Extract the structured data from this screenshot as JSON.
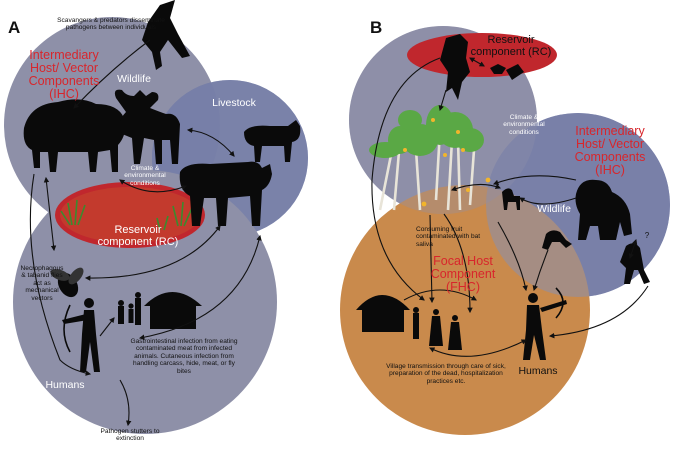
{
  "panels": [
    "A",
    "B"
  ],
  "panel_a": {
    "scavengers_note": "Scavangers & predators disseminate pathogens between individuals",
    "ihc_label": "Intermediary Host/ Vector Components (IHC)",
    "wildlife_label": "Wildlife",
    "livestock_label": "Livestock",
    "climate_label": "Climate & environmental conditions",
    "reservoir_label": "Reservoir component (RC)",
    "flies_note": "Necrophagous & tabanid flies act as mechanical vectors",
    "humans_label": "Humans",
    "transmission_note": "Gastrointestinal infection from eating contaminated meat from infected animals. Cutaneous infection from handling carcass, hide, meat, or fly bites",
    "stutters_note": "Pathogen stutters to extinction"
  },
  "panel_b": {
    "reservoir_label": "Reservoir component (RC)",
    "climate_label": "Climate & environmental conditions",
    "ihc_label": "Intermediary Host/ Vector Components (IHC)",
    "wildlife_label": "Wildlife",
    "fruit_note": "Consuming fruit contaminated with bat saliva",
    "fhc_label": "Focal Host Component (FHC)",
    "question_mark": "?",
    "village_note": "Village transmission through care of sick, preparation of the dead, hospitalization practices etc.",
    "humans_label": "Humans"
  },
  "colors": {
    "circle_gray": "#8e90a8",
    "circle_blue": "#5a6aa8",
    "reservoir_red": "#c0272d",
    "focal_orange": "#c98a4c",
    "label_red": "#d8262c",
    "tree_green": "#5aa845",
    "silhouette": "#0a0a0a"
  },
  "icons": [
    "eagle-icon",
    "bison-icon",
    "moose-icon",
    "cow-icon",
    "bull-icon",
    "fly-icon",
    "hut-icon",
    "hunter-icon",
    "people-icon",
    "bat-icon",
    "tree-icon",
    "gorilla-icon",
    "chimpanzee-icon",
    "antelope-icon"
  ]
}
